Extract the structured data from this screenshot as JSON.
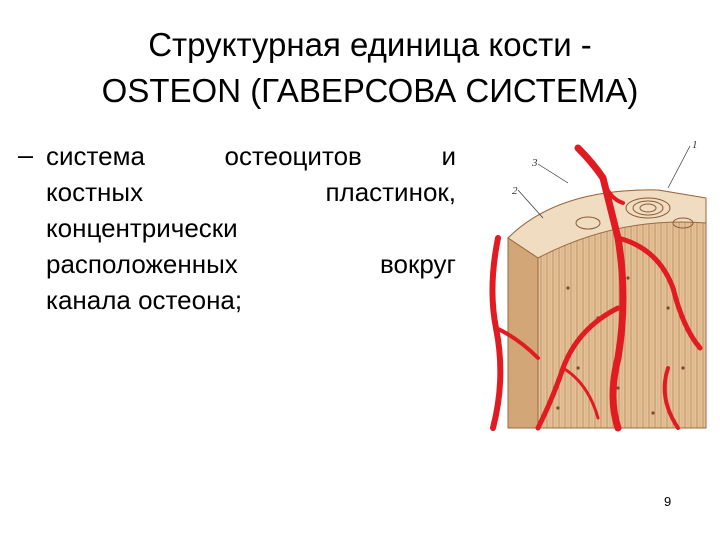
{
  "slide": {
    "title_line1": "Структурная единица кости -",
    "title_line2": "OSTEON (ГАВЕРСОВА СИСТЕМА)",
    "bullet_marker": "–",
    "body_lines": [
      [
        "система",
        "остеоцитов",
        "и"
      ],
      [
        "костных",
        "пластинок,"
      ],
      [
        "концентрически"
      ],
      [
        "расположенных",
        "вокруг"
      ],
      [
        "канала остеона;"
      ]
    ],
    "figure_labels": [
      "1",
      "2",
      "3"
    ],
    "page_number": "9"
  },
  "colors": {
    "vessel": "#e11b22",
    "bone_light": "#e8c9a0",
    "bone_mid": "#c99a68",
    "bone_dark": "#8a5a35"
  }
}
